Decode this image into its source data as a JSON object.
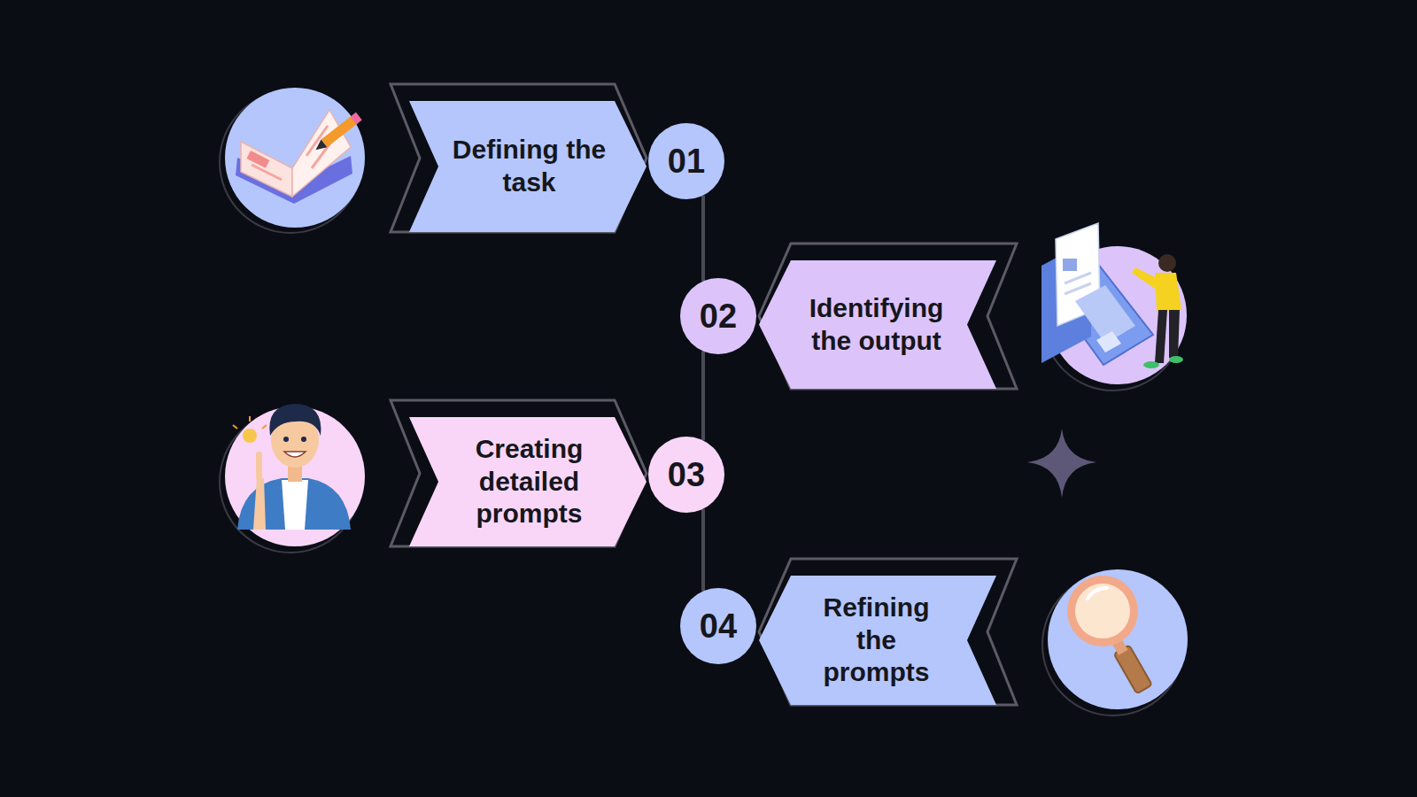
{
  "diagram": {
    "nodes": [
      {
        "text": [
          "Defining the task"
        ]
      },
      {
        "text": [
          "01"
        ]
      },
      {
        "text": [
          "02"
        ]
      },
      {
        "text": [
          "Identifying the output"
        ]
      },
      {
        "text": [
          "Creating detailed prompts"
        ]
      },
      {
        "text": [
          "03"
        ]
      },
      {
        "text": [
          "04"
        ]
      },
      {
        "text": [
          "Refining the prompts"
        ]
      }
    ],
    "edges": [
      {
        "from": 1,
        "to": 2,
        "arrow": "none"
      },
      {
        "from": 2,
        "to": 5,
        "arrow": "none"
      },
      {
        "from": 5,
        "to": 6,
        "arrow": "none"
      }
    ]
  }
}
